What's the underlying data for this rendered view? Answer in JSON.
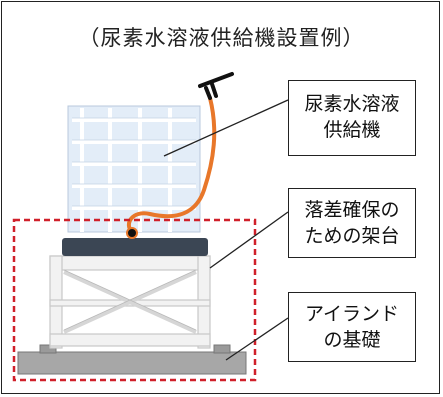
{
  "title": "（尿素水溶液供給機設置例）",
  "labels": {
    "supply_unit": {
      "line1": "尿素水溶液",
      "line2": "供給機"
    },
    "stand": {
      "line1": "落差確保の",
      "line2": "ための架台"
    },
    "foundation": {
      "line1": "アイランド",
      "line2": "の基礎"
    }
  },
  "colors": {
    "hose": "#e8772a",
    "dashed_box": "#d0202a",
    "tank_fill": "#e3edf8",
    "tank_frame": "#ffffff",
    "base_plate": "#3b4654",
    "foundation": "#a7a7a7"
  }
}
